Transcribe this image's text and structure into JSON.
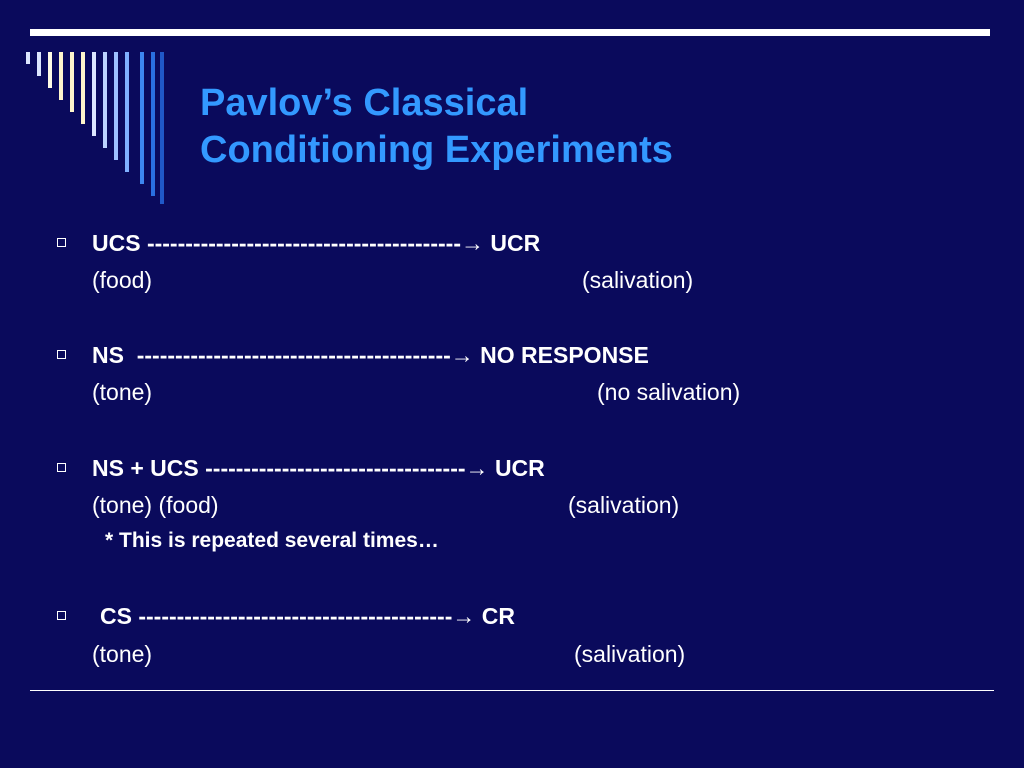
{
  "title": {
    "line1": "Pavlov’s Classical",
    "line2": "Conditioning Experiments"
  },
  "colors": {
    "background": "#0a0a5c",
    "title": "#3399ff",
    "text": "#ffffff"
  },
  "items": [
    {
      "stimulus": "UCS",
      "dashes": "-----------------------------------------",
      "arrow": "→",
      "response": "UCR",
      "stimulus_label": "(food)",
      "response_label": "(salivation)"
    },
    {
      "stimulus": "NS",
      "dashes": "-----------------------------------------",
      "arrow": "→",
      "response": "NO RESPONSE",
      "stimulus_label": "(tone)",
      "response_label": "(no salivation)"
    },
    {
      "stimulus": "NS + UCS",
      "dashes": "----------------------------------",
      "arrow": "→",
      "response": "UCR",
      "stimulus_label": "(tone) (food)",
      "response_label": "(salivation)",
      "note": "* This is repeated several times…"
    },
    {
      "stimulus": "CS",
      "dashes": "-----------------------------------------",
      "arrow": "→",
      "response": "CR",
      "stimulus_label": "(tone)",
      "response_label": "(salivation)"
    }
  ]
}
